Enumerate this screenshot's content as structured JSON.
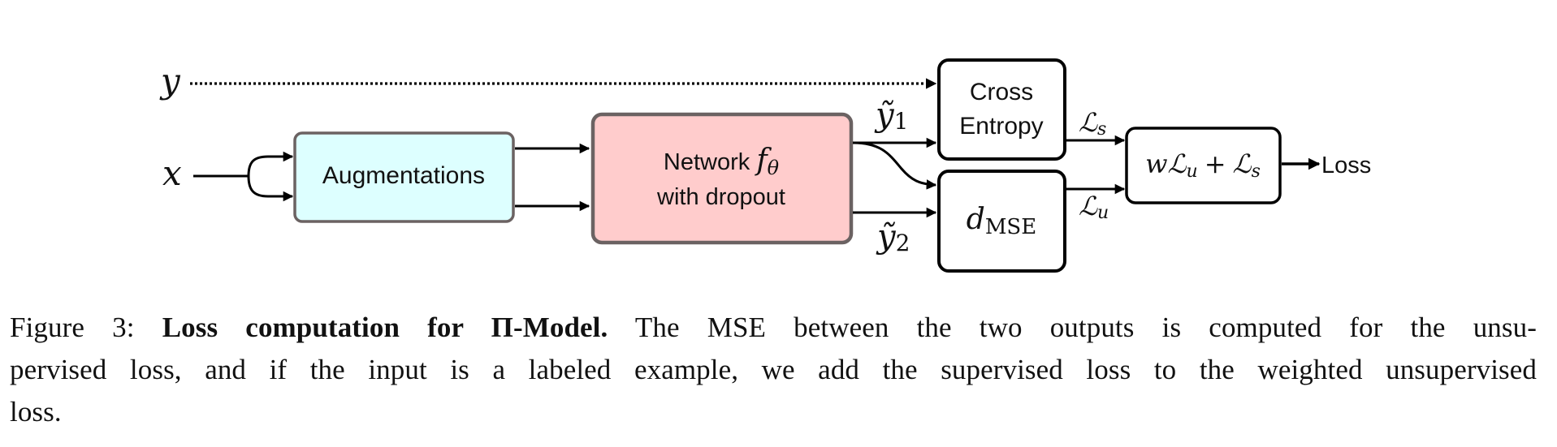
{
  "diagram": {
    "inputs": {
      "y_label": "y",
      "x_label": "x"
    },
    "boxes": {
      "augmentations": {
        "label": "Augmentations",
        "fill": "#DDFFFF",
        "border": "#6B6262"
      },
      "network": {
        "line1": "Network",
        "line1_math": "f",
        "line1_sub": "θ",
        "line2": "with dropout",
        "fill": "#FFCCCC",
        "border": "#6B6262"
      },
      "cross_entropy": {
        "line1": "Cross",
        "line2": "Entropy",
        "fill": "#FFFFFF",
        "border": "#000000"
      },
      "mse": {
        "label_main": "d",
        "label_sub": "MSE",
        "fill": "#FFFFFF",
        "border": "#000000"
      },
      "sum": {
        "w": "w",
        "L1": "ℒ",
        "L1_sub": "u",
        "plus": "+",
        "L2": "ℒ",
        "L2_sub": "s",
        "fill": "#FFFFFF",
        "border": "#000000"
      }
    },
    "edge_labels": {
      "y1": {
        "main": "ỹ",
        "sub": "1"
      },
      "y2": {
        "main": "ỹ",
        "sub": "2"
      },
      "Ls": {
        "main": "ℒ",
        "sub": "s"
      },
      "Lu": {
        "main": "ℒ",
        "sub": "u"
      }
    },
    "output_label": "Loss"
  },
  "caption": {
    "prefix": "Figure 3:",
    "title": "Loss computation for Π-Model.",
    "lines": [
      "The MSE between the two outputs is computed for the unsu-",
      "pervised loss, and if the input is a labeled example, we add the supervised loss to the weighted unsupervised",
      "loss."
    ]
  }
}
